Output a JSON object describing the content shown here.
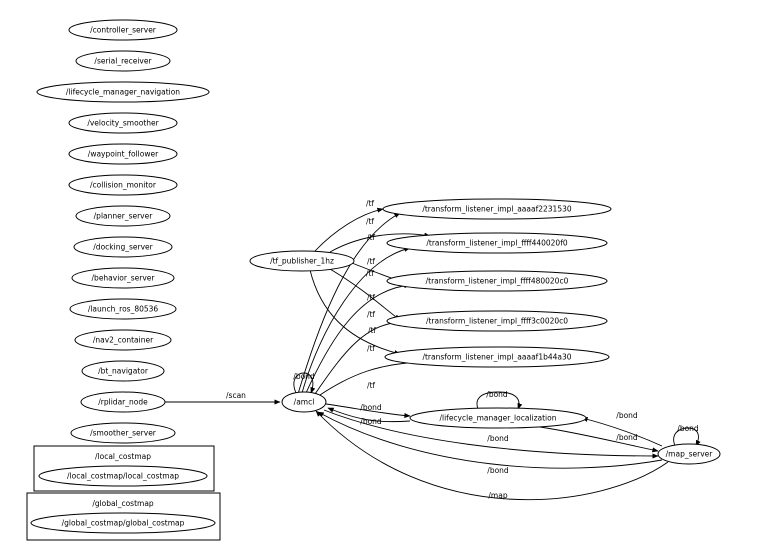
{
  "nodes": [
    {
      "id": "controller_server",
      "label": "/controller_server"
    },
    {
      "id": "serial_receiver",
      "label": "/serial_receiver"
    },
    {
      "id": "lifecycle_manager_navigation",
      "label": "/lifecycle_manager_navigation"
    },
    {
      "id": "velocity_smoother",
      "label": "/velocity_smoother"
    },
    {
      "id": "waypoint_follower",
      "label": "/waypoint_follower"
    },
    {
      "id": "collision_monitor",
      "label": "/collision_monitor"
    },
    {
      "id": "planner_server",
      "label": "/planner_server"
    },
    {
      "id": "docking_server",
      "label": "/docking_server"
    },
    {
      "id": "behavior_server",
      "label": "/behavior_server"
    },
    {
      "id": "launch_ros_80536",
      "label": "/launch_ros_80536"
    },
    {
      "id": "nav2_container",
      "label": "/nav2_container"
    },
    {
      "id": "bt_navigator",
      "label": "/bt_navigator"
    },
    {
      "id": "rplidar_node",
      "label": "/rplidar_node"
    },
    {
      "id": "smoother_server",
      "label": "/smoother_server"
    },
    {
      "id": "local_costmap_node",
      "label": "/local_costmap/local_costmap"
    },
    {
      "id": "global_costmap_node",
      "label": "/global_costmap/global_costmap"
    },
    {
      "id": "tf_publisher_1hz",
      "label": "/tf_publisher_1hz"
    },
    {
      "id": "amcl",
      "label": "/amcl"
    },
    {
      "id": "tl1",
      "label": "/transform_listener_impl_aaaaf2231530"
    },
    {
      "id": "tl2",
      "label": "/transform_listener_impl_ffff440020f0"
    },
    {
      "id": "tl3",
      "label": "/transform_listener_impl_ffff480020c0"
    },
    {
      "id": "tl4",
      "label": "/transform_listener_impl_ffff3c0020c0"
    },
    {
      "id": "tl5",
      "label": "/transform_listener_impl_aaaaf1b44a30"
    },
    {
      "id": "lifecycle_manager_localization",
      "label": "/lifecycle_manager_localization"
    },
    {
      "id": "map_server",
      "label": "/map_server"
    }
  ],
  "clusters": [
    {
      "id": "local_costmap",
      "label": "/local_costmap"
    },
    {
      "id": "global_costmap",
      "label": "/global_costmap"
    }
  ],
  "edges": [
    {
      "from": "rplidar_node",
      "to": "amcl",
      "label": "/scan"
    },
    {
      "from": "amcl",
      "to": "amcl",
      "label": "/bond"
    },
    {
      "from": "tf_publisher_1hz",
      "to": "tl1",
      "label": "/tf"
    },
    {
      "from": "tf_publisher_1hz",
      "to": "tl2",
      "label": "/tf"
    },
    {
      "from": "tf_publisher_1hz",
      "to": "tl3",
      "label": "/tf"
    },
    {
      "from": "tf_publisher_1hz",
      "to": "tl4",
      "label": "/tf"
    },
    {
      "from": "tf_publisher_1hz",
      "to": "tl5",
      "label": "/tf"
    },
    {
      "from": "amcl",
      "to": "tl1",
      "label": "/tf"
    },
    {
      "from": "amcl",
      "to": "tl2",
      "label": "/tf"
    },
    {
      "from": "amcl",
      "to": "tl3",
      "label": "/tf"
    },
    {
      "from": "amcl",
      "to": "tl4",
      "label": "/tf"
    },
    {
      "from": "amcl",
      "to": "tl5",
      "label": "/tf"
    },
    {
      "from": "amcl",
      "to": "lifecycle_manager_localization",
      "label": "/bond"
    },
    {
      "from": "lifecycle_manager_localization",
      "to": "amcl",
      "label": "/bond"
    },
    {
      "from": "lifecycle_manager_localization",
      "to": "lifecycle_manager_localization",
      "label": "/bond"
    },
    {
      "from": "map_server",
      "to": "lifecycle_manager_localization",
      "label": "/bond"
    },
    {
      "from": "lifecycle_manager_localization",
      "to": "map_server",
      "label": "/bond"
    },
    {
      "from": "amcl",
      "to": "map_server",
      "label": "/bond"
    },
    {
      "from": "map_server",
      "to": "amcl",
      "label": "/bond"
    },
    {
      "from": "map_server",
      "to": "amcl",
      "label": "/map"
    },
    {
      "from": "map_server",
      "to": "map_server",
      "label": "/bond"
    }
  ]
}
